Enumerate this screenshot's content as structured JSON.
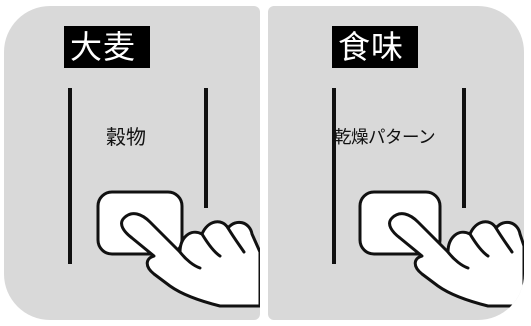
{
  "panels": [
    {
      "title": "大麦",
      "label": "穀物",
      "button_icon": "press-button-icon",
      "hand_icon": "pointing-hand-icon"
    },
    {
      "title": "食味",
      "label": "乾燥パターン",
      "button_icon": "press-button-icon",
      "hand_icon": "pointing-hand-icon"
    }
  ],
  "colors": {
    "panel_background": "#d9d9d9",
    "title_background": "#000000",
    "title_text": "#ffffff",
    "line": "#111111"
  }
}
